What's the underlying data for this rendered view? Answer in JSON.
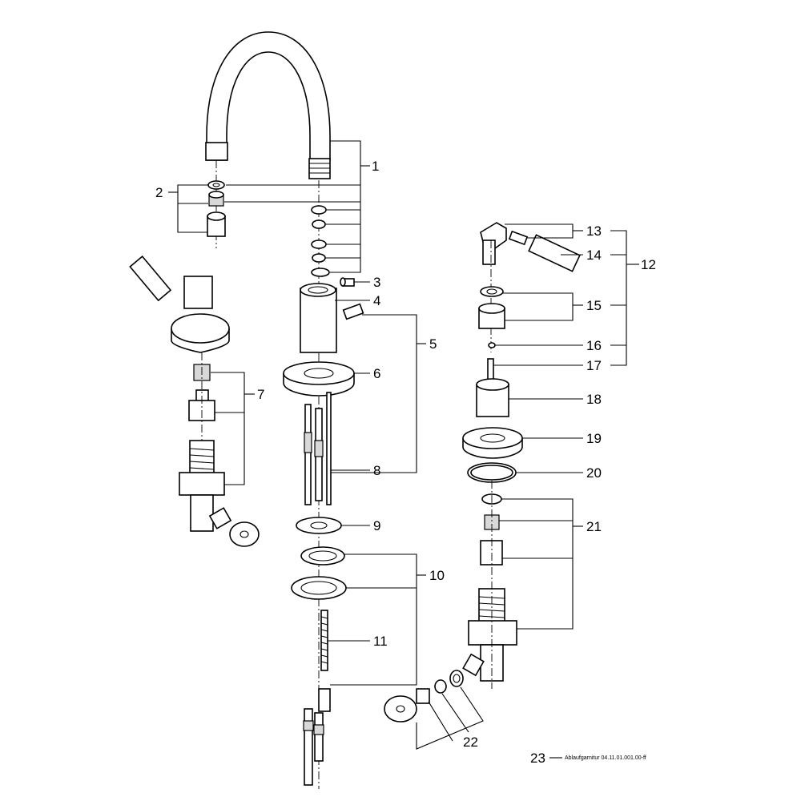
{
  "callouts": [
    "1",
    "2",
    "3",
    "4",
    "5",
    "6",
    "7",
    "8",
    "9",
    "10",
    "11",
    "12",
    "13",
    "14",
    "15",
    "16",
    "17",
    "18",
    "19",
    "20",
    "21",
    "22",
    "23"
  ],
  "footer_note": "Ablaufgarnitur 04.11.01.001.00-ff"
}
